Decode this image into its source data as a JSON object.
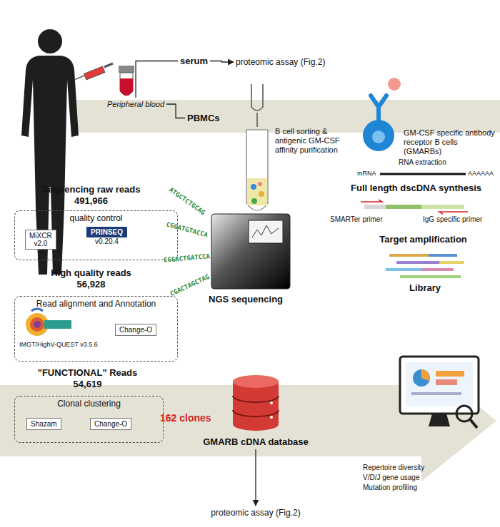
{
  "diagram": {
    "nodes": [
      {
        "text": [
          "serum"
        ]
      },
      {
        "text": [
          "proteomic assay (Fig.2)"
        ]
      },
      {
        "text": [
          "Peripheral blood"
        ]
      },
      {
        "text": [
          "PBMCs"
        ]
      },
      {
        "text": [
          "quality control"
        ]
      },
      {
        "text": [
          "MiXCR",
          "v2.0"
        ],
        "in": 4
      },
      {
        "text": [
          "PRINSEQ",
          "v0.20.4"
        ],
        "in": 4
      },
      {
        "text": [
          "Read alignment and Annotation"
        ]
      },
      {
        "text": [
          "IMGT/HighV-QUEST v3.5.6"
        ],
        "in": 7
      },
      {
        "text": [
          "Change-O"
        ],
        "in": 7
      },
      {
        "text": [
          "Clonal clustering"
        ]
      },
      {
        "text": [
          "Shazam"
        ],
        "in": 10
      },
      {
        "text": [
          "Change-O"
        ],
        "in": 10
      },
      {
        "text": [
          "GMARB cDNA database"
        ]
      },
      {
        "text": [
          "proteomic assay (Fig.2)"
        ]
      },
      {
        "text": [
          "NGS sequencing"
        ]
      }
    ],
    "edges": [
      {
        "from": 2,
        "to": 0,
        "arrow": "none"
      },
      {
        "from": 2,
        "to": 3,
        "arrow": "none"
      },
      {
        "from": 0,
        "to": 1,
        "arrow": "to"
      },
      {
        "from": 13,
        "to": 14,
        "arrow": "to"
      }
    ],
    "labels": [
      "B cell sorting & antigenic GM-CSF affinity purification",
      "GM-CSF specific antibody receptor B cells (GMARBs)",
      "RNA extraction",
      "mRNA",
      "AAAAAA",
      "Full length dscDNA synthesis",
      "SMARTer primer",
      "IgG specific primer",
      "Target amplification",
      "Library",
      "Sequencing raw reads",
      "491,966",
      "High quality reads",
      "56,928",
      "\"FUNCTIONAL\" Reads",
      "54,619",
      "162 clones",
      "Repertoire diversity",
      "V/D/J gene usage",
      "Mutation profiling",
      "ATGCTCTGCAG",
      "CGGATGTACCA",
      "CGGACTGATCCA",
      "CGACTAGCTAG"
    ]
  }
}
